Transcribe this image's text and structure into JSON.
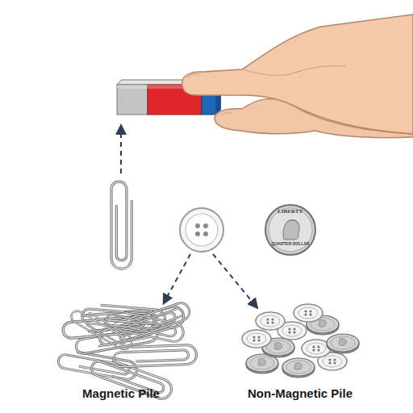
{
  "diagram": {
    "labels": [
      "LIBERTY",
      "QUARTER DOLLAR",
      "Magnetic Pile",
      "Non-Magnetic Pile"
    ]
  }
}
